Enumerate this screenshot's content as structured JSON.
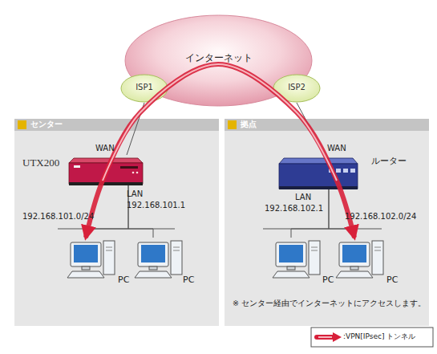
{
  "diagram": {
    "nodes": [
      {
        "text": [
          "インターネット"
        ]
      },
      {
        "text": [
          "ISP1"
        ]
      },
      {
        "text": [
          "ISP2"
        ]
      },
      {
        "text": [
          "センター"
        ]
      },
      {
        "text": [
          "UTX200"
        ],
        "in": 3
      },
      {
        "text": [
          "PC"
        ],
        "in": 3
      },
      {
        "text": [
          "PC"
        ],
        "in": 3
      },
      {
        "text": [
          "拠点"
        ]
      },
      {
        "text": [
          "ルーター"
        ],
        "in": 7
      },
      {
        "text": [
          "PC"
        ],
        "in": 7
      },
      {
        "text": [
          "PC"
        ],
        "in": 7
      }
    ],
    "edges": [
      {
        "from": 1,
        "to": 4,
        "arrow": "none"
      },
      {
        "from": 4,
        "to": 5,
        "arrow": "none"
      },
      {
        "from": 4,
        "to": 6,
        "arrow": "none"
      },
      {
        "from": 2,
        "to": 8,
        "arrow": "none"
      },
      {
        "from": 8,
        "to": 9,
        "arrow": "none"
      },
      {
        "from": 8,
        "to": 10,
        "arrow": "none"
      },
      {
        "from": 5,
        "to": 10,
        "arrow": "both"
      }
    ],
    "labels": [
      "WAN",
      "LAN",
      "192.168.101.1",
      "192.168.101.0/24",
      "WAN",
      "LAN",
      "192.168.102.1",
      "192.168.102.0/24",
      "※ センター経由でインターネットにアクセスします。"
    ],
    "legend": [
      {
        "text": ":VPN[IPsec] トンネル"
      }
    ]
  }
}
